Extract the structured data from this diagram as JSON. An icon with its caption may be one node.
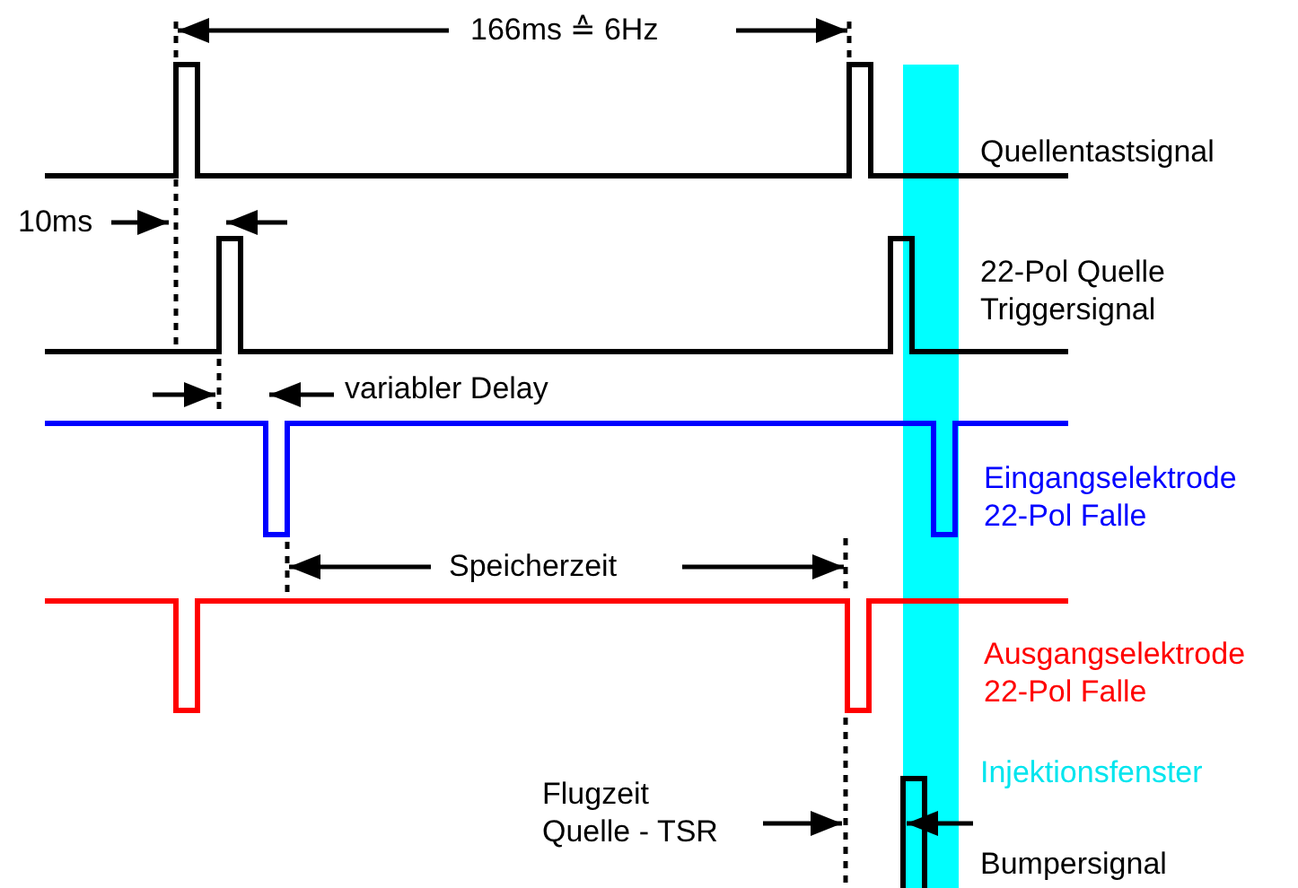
{
  "diagram": {
    "labels": [
      "166ms ≙ 6Hz",
      "Quellentastsignal",
      "10ms",
      "22-Pol Quelle Triggersignal",
      "variabler Delay",
      "Eingangselektrode 22-Pol Falle",
      "Speicherzeit",
      "Ausgangselektrode 22-Pol Falle",
      "Injektionsfenster",
      "Flugzeit Quelle - TSR",
      "Bumpersignal"
    ]
  }
}
